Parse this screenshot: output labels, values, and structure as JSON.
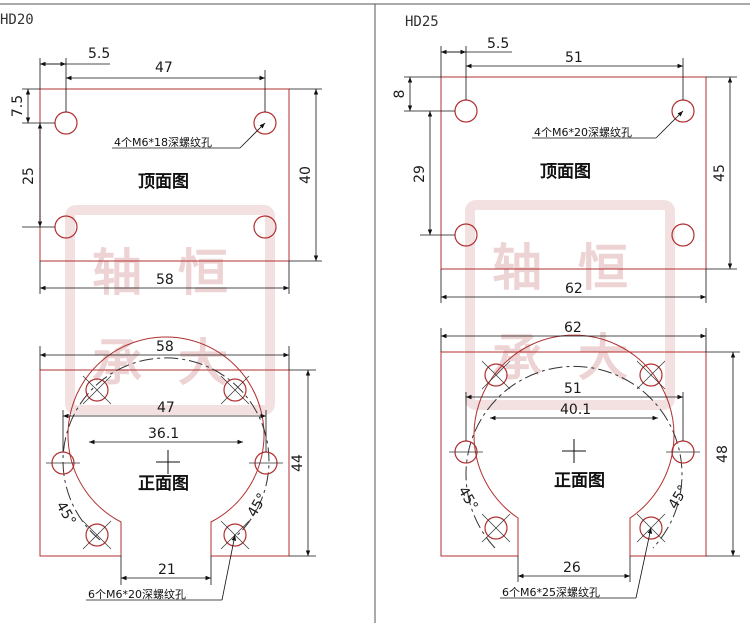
{
  "left": {
    "title": "HD20",
    "top_view_label": "顶面图",
    "front_view_label": "正面图",
    "top_hole_note": "4个M6*18深螺纹孔",
    "front_hole_note": "6个M6*20深螺纹孔",
    "dims": {
      "edge_offset": "5.5",
      "hole_spacing_x": "47",
      "edge_offset_y": "7.5",
      "hole_spacing_y": "25",
      "height": "40",
      "width": "58",
      "front_width": "58",
      "front_pcd": "47",
      "front_bore": "36.1",
      "front_height": "44",
      "front_slot": "21",
      "angle_left": "45°",
      "angle_right": "45°"
    }
  },
  "right": {
    "title": "HD25",
    "top_view_label": "顶面图",
    "front_view_label": "正面图",
    "top_hole_note": "4个M6*20深螺纹孔",
    "front_hole_note": "6个M6*25深螺纹孔",
    "dims": {
      "edge_offset": "5.5",
      "hole_spacing_x": "51",
      "edge_offset_y": "8",
      "hole_spacing_y": "29",
      "height": "45",
      "width": "62",
      "front_width": "62",
      "front_pcd": "51",
      "front_bore": "40.1",
      "front_height": "48",
      "front_slot": "26",
      "angle_left": "45°",
      "angle_right": "45°"
    }
  },
  "watermark": {
    "chars": [
      "轴",
      "恒",
      "承",
      "大"
    ]
  },
  "colors": {
    "outline": "#b03030",
    "dim_line": "#111111",
    "stamp": "#d88e8e"
  }
}
